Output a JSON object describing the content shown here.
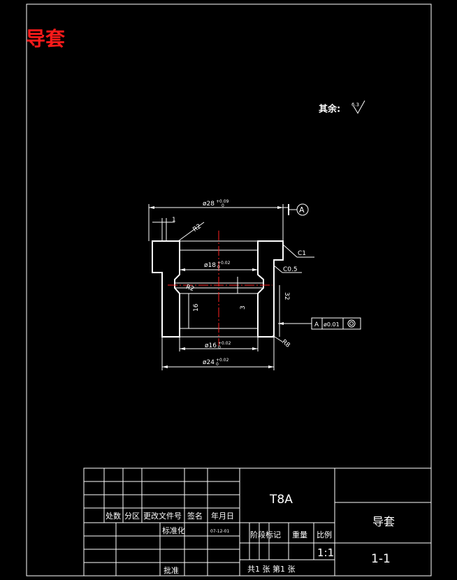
{
  "title": "导套",
  "roughness": {
    "label": "其余:",
    "value": "6.3"
  },
  "dimensions": {
    "top_dia": "ø28",
    "top_dia_tol": "+0.09",
    "top_dia_tol_low": "0",
    "bore_dia": "ø18",
    "bore_dia_tol": "+0.02",
    "bore_dia_tol_low": "0",
    "lower_dia": "ø16",
    "lower_dia_tol": "+0.02",
    "lower_dia_tol_low": "0",
    "base_dia": "ø24",
    "base_dia_tol": "+0.02",
    "base_dia_tol_low": "0",
    "d1": "1",
    "r2": "R2",
    "r2b": "R2",
    "c1": "C1",
    "c05": "C0.5",
    "h16": "16",
    "h3": "3",
    "h32": "32",
    "r8": "R8"
  },
  "datum": {
    "label": "A"
  },
  "tolerance": {
    "datum": "A",
    "value": "ø0.01"
  },
  "title_block": {
    "material": "T8A",
    "part_name": "导套",
    "drawing_no": "1-1",
    "headers": [
      "处数",
      "分区",
      "更改文件号",
      "签名",
      "年月日"
    ],
    "std_label": "标准化",
    "std_date": "07-12-01",
    "stage_label": "阶段标记",
    "weight_label": "重量",
    "scale_label": "比例",
    "scale_value": "1:1",
    "approve_label": "批准",
    "sheet_info": "共1  张 第1 张"
  }
}
